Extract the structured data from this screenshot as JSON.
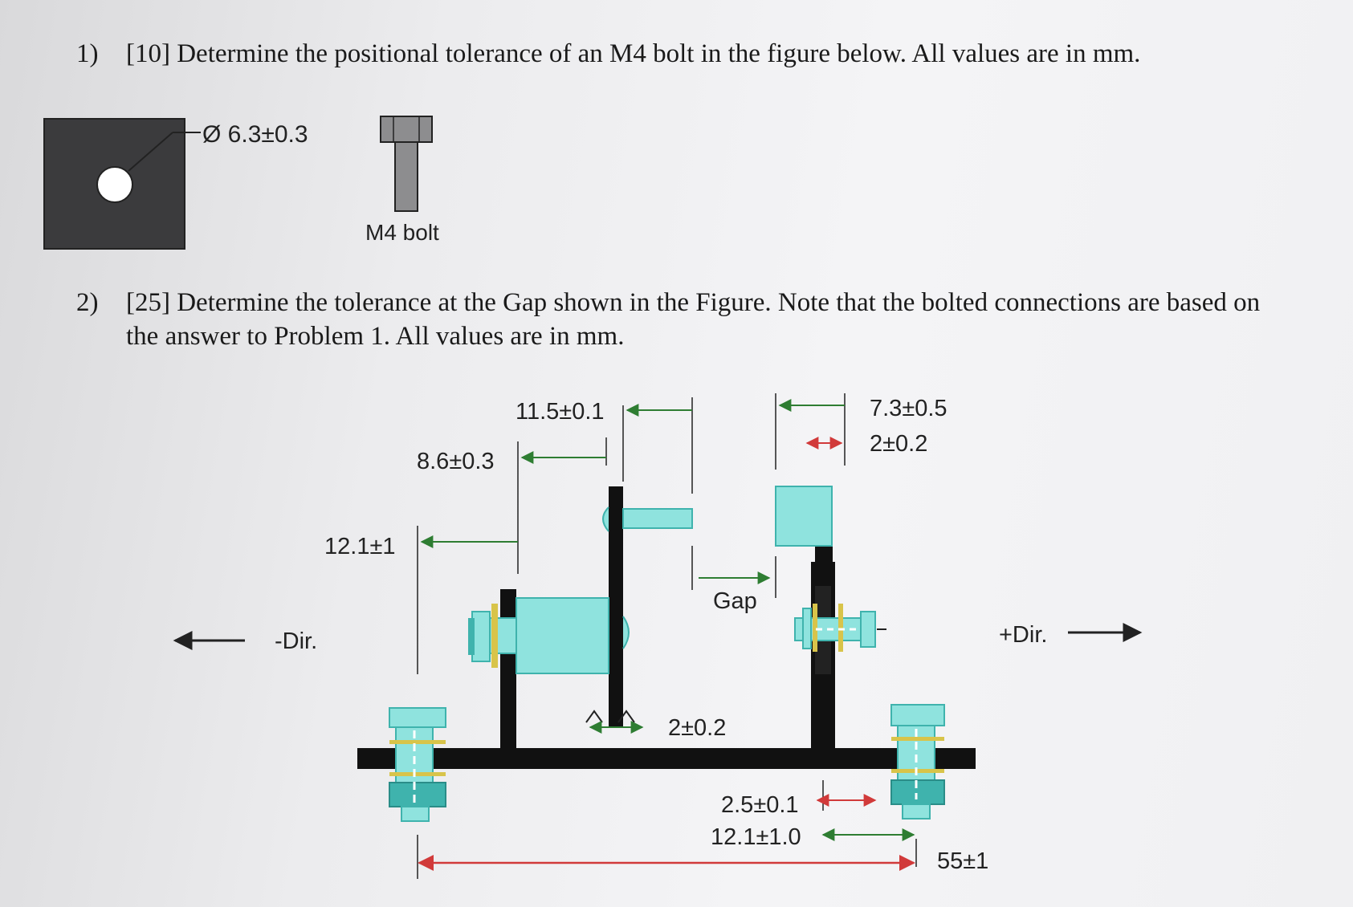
{
  "problem1": {
    "number": "1)",
    "text": "[10] Determine the positional tolerance of an M4 bolt in the figure below. All values are in mm.",
    "hole_dim": "Ø 6.3±0.3",
    "bolt_label": "M4 bolt"
  },
  "problem2": {
    "number": "2)",
    "text": "[25] Determine the tolerance at the Gap shown in the Figure. Note that the bolted connections are based on the answer to Problem 1. All values are in mm.",
    "dims": {
      "d_11_5": "11.5±0.1",
      "d_7_3": "7.3±0.5",
      "d_2_top": "2±0.2",
      "d_8_6": "8.6±0.3",
      "d_12_1_top": "12.1±1",
      "gap": "Gap",
      "d_2_bottom": "2±0.2",
      "d_2_5": "2.5±0.1",
      "d_12_1_bottom": "12.1±1.0",
      "d_55": "55±1"
    },
    "dir_neg": "-Dir.",
    "dir_pos": "+Dir."
  },
  "colors": {
    "part_fill": "#3b3b3d",
    "cyan": "#8fe3de",
    "cyan_dark": "#3fb3ad",
    "green": "#2e7d32",
    "red": "#d13a3a",
    "yellow": "#d8c44a"
  }
}
